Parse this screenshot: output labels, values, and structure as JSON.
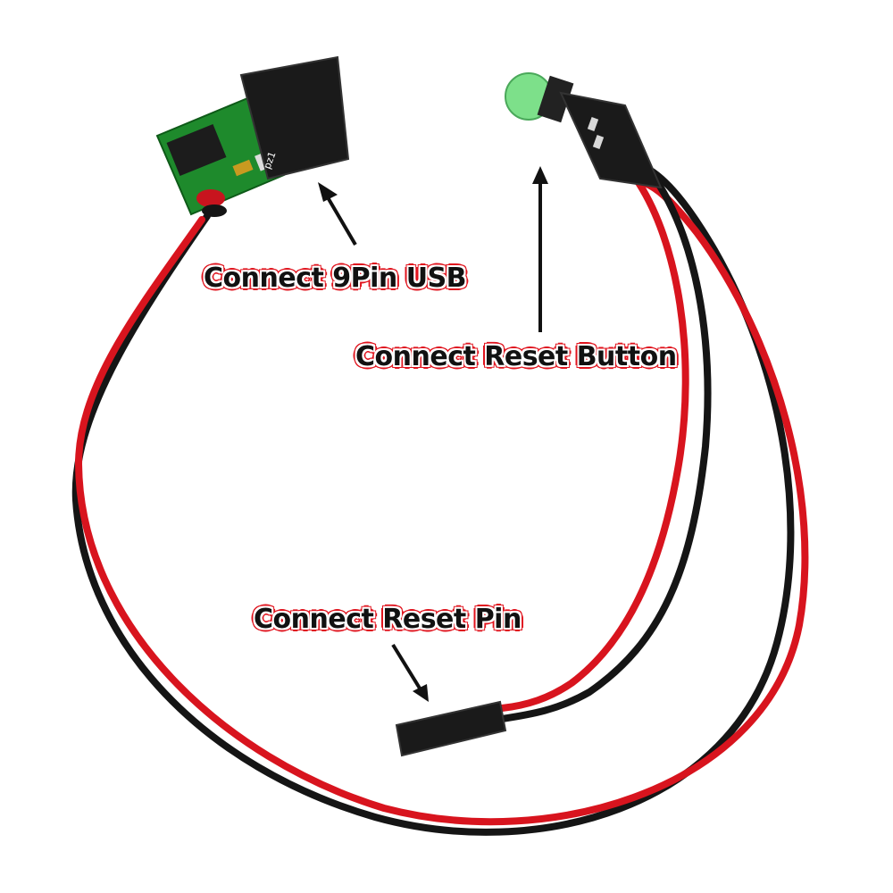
{
  "labels": {
    "usb": "Connect 9Pin USB",
    "reset_button": "Connect Reset Button",
    "reset_pin": "Connect Reset Pin"
  },
  "pcb_marking": "pz1",
  "colors": {
    "background": "#ffffff",
    "wire_red": "#d8141e",
    "wire_black": "#151515",
    "pcb_green": "#1e8a2c",
    "header_black": "#1a1a1a",
    "switch_green": "#7de08a",
    "label_outline": "#e0141e",
    "label_text": "#111111"
  },
  "icons": [
    "arrow-up-icon",
    "arrow-down-right-icon"
  ]
}
